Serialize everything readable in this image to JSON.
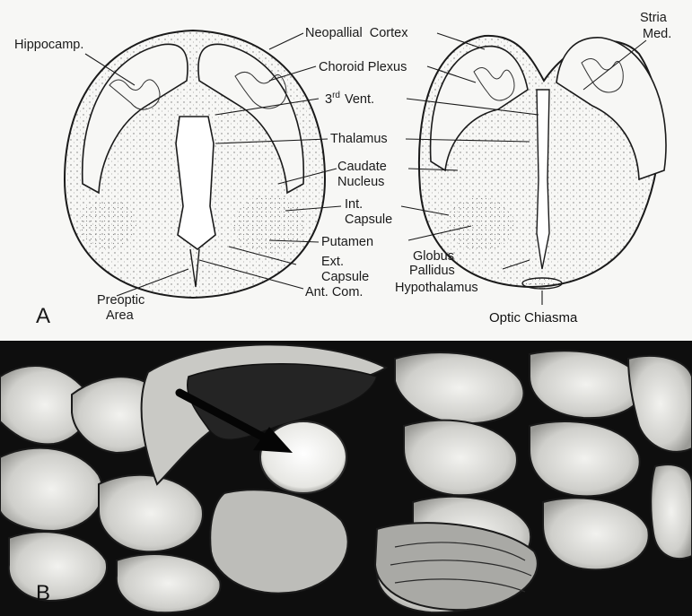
{
  "panel_a": {
    "letter": "A",
    "labels": {
      "hippocamp": "Hippocamp.",
      "neopallial_cortex": "Neopallial  Cortex",
      "stria_med_1": "Stria",
      "stria_med_2": "Med.",
      "choroid_plexus": "Choroid Plexus",
      "third_vent_num": "3",
      "third_vent_sup": "rd",
      "third_vent_rest": "Vent.",
      "thalamus": "Thalamus",
      "caudate_1": "Caudate",
      "caudate_2": "Nucleus",
      "int_capsule_1": "Int.",
      "int_capsule_2": "Capsule",
      "putamen": "Putamen",
      "globus_1": "Globus",
      "globus_2": "Pallidus",
      "ext_capsule_1": "Ext.",
      "ext_capsule_2": "Capsule",
      "hypothalamus": "Hypothalamus",
      "preoptic_1": "Preoptic",
      "preoptic_2": "Area",
      "ant_com": "Ant. Com.",
      "optic_chiasma": "Optic Chiasma"
    }
  },
  "panel_b": {
    "letter": "B"
  },
  "colors": {
    "ink": "#1a1a1a",
    "paper": "#f7f7f5",
    "photo_dark": "#0e0e0e",
    "tissue_light": "#e9e9e6"
  }
}
